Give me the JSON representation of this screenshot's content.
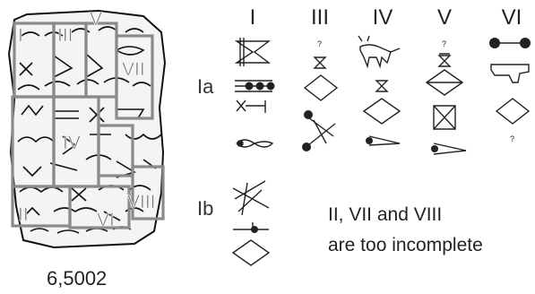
{
  "figure": {
    "tablet_numeral_labels": [
      "I",
      "III",
      "V",
      "IV",
      "VII",
      "II",
      "VI",
      "VIII"
    ],
    "tablet_caption": "6,5002",
    "column_headers": [
      "I",
      "III",
      "IV",
      "V",
      "VI"
    ],
    "row_labels": [
      "Ia",
      "Ib"
    ],
    "uncertain_mark": "?",
    "note_lines": [
      "II, VII and VIII",
      "are too incomplete"
    ]
  }
}
